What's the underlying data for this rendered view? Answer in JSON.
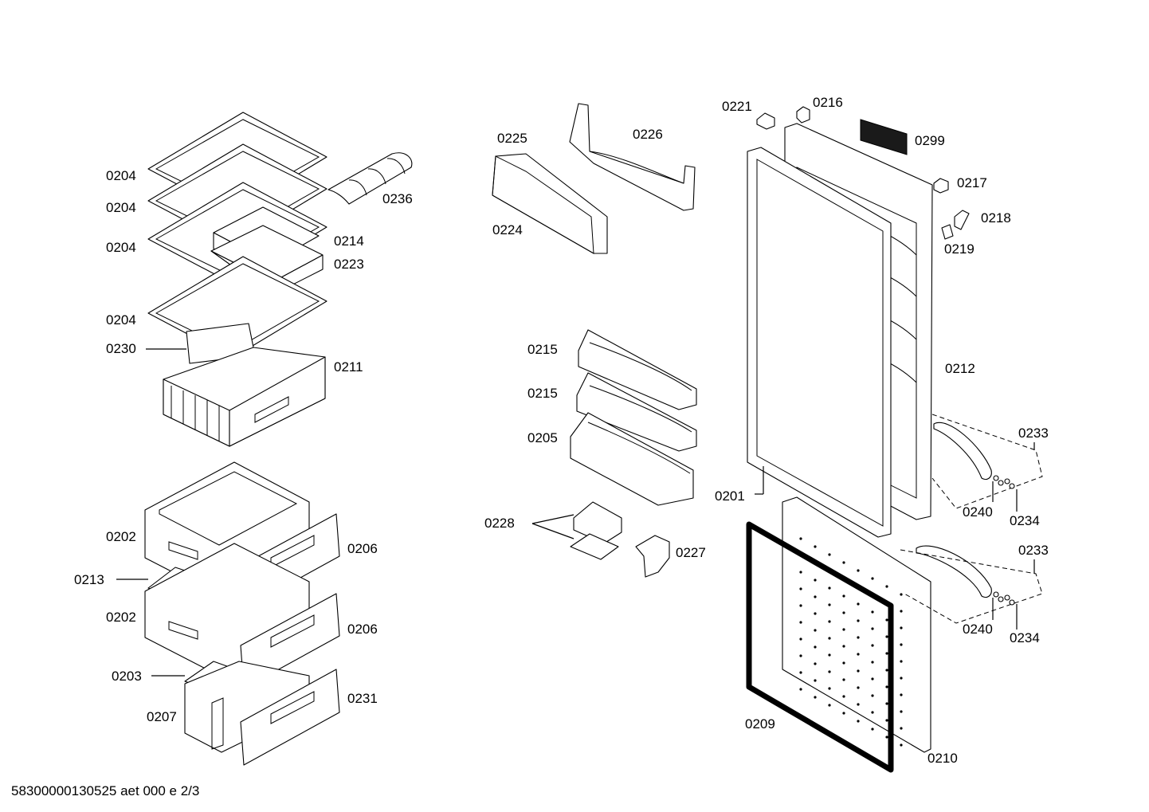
{
  "diagram": {
    "footer_text": "58300000130525 aet 000 e 2/3",
    "labels": {
      "l0204a": "0204",
      "l0204b": "0204",
      "l0204c": "0204",
      "l0204d": "0204",
      "l0236": "0236",
      "l0214": "0214",
      "l0223": "0223",
      "l0230": "0230",
      "l0211": "0211",
      "l0202a": "0202",
      "l0202b": "0202",
      "l0206a": "0206",
      "l0206b": "0206",
      "l0213": "0213",
      "l0203": "0203",
      "l0207": "0207",
      "l0231": "0231",
      "l0225": "0225",
      "l0226": "0226",
      "l0224": "0224",
      "l0215a": "0215",
      "l0215b": "0215",
      "l0205": "0205",
      "l0228": "0228",
      "l0227": "0227",
      "l0221": "0221",
      "l0216": "0216",
      "l0299": "0299",
      "l0217": "0217",
      "l0218": "0218",
      "l0219": "0219",
      "l0212": "0212",
      "l0233a": "0233",
      "l0233b": "0233",
      "l0240a": "0240",
      "l0240b": "0240",
      "l0234a": "0234",
      "l0234b": "0234",
      "l0201": "0201",
      "l0209": "0209",
      "l0210": "0210"
    }
  }
}
